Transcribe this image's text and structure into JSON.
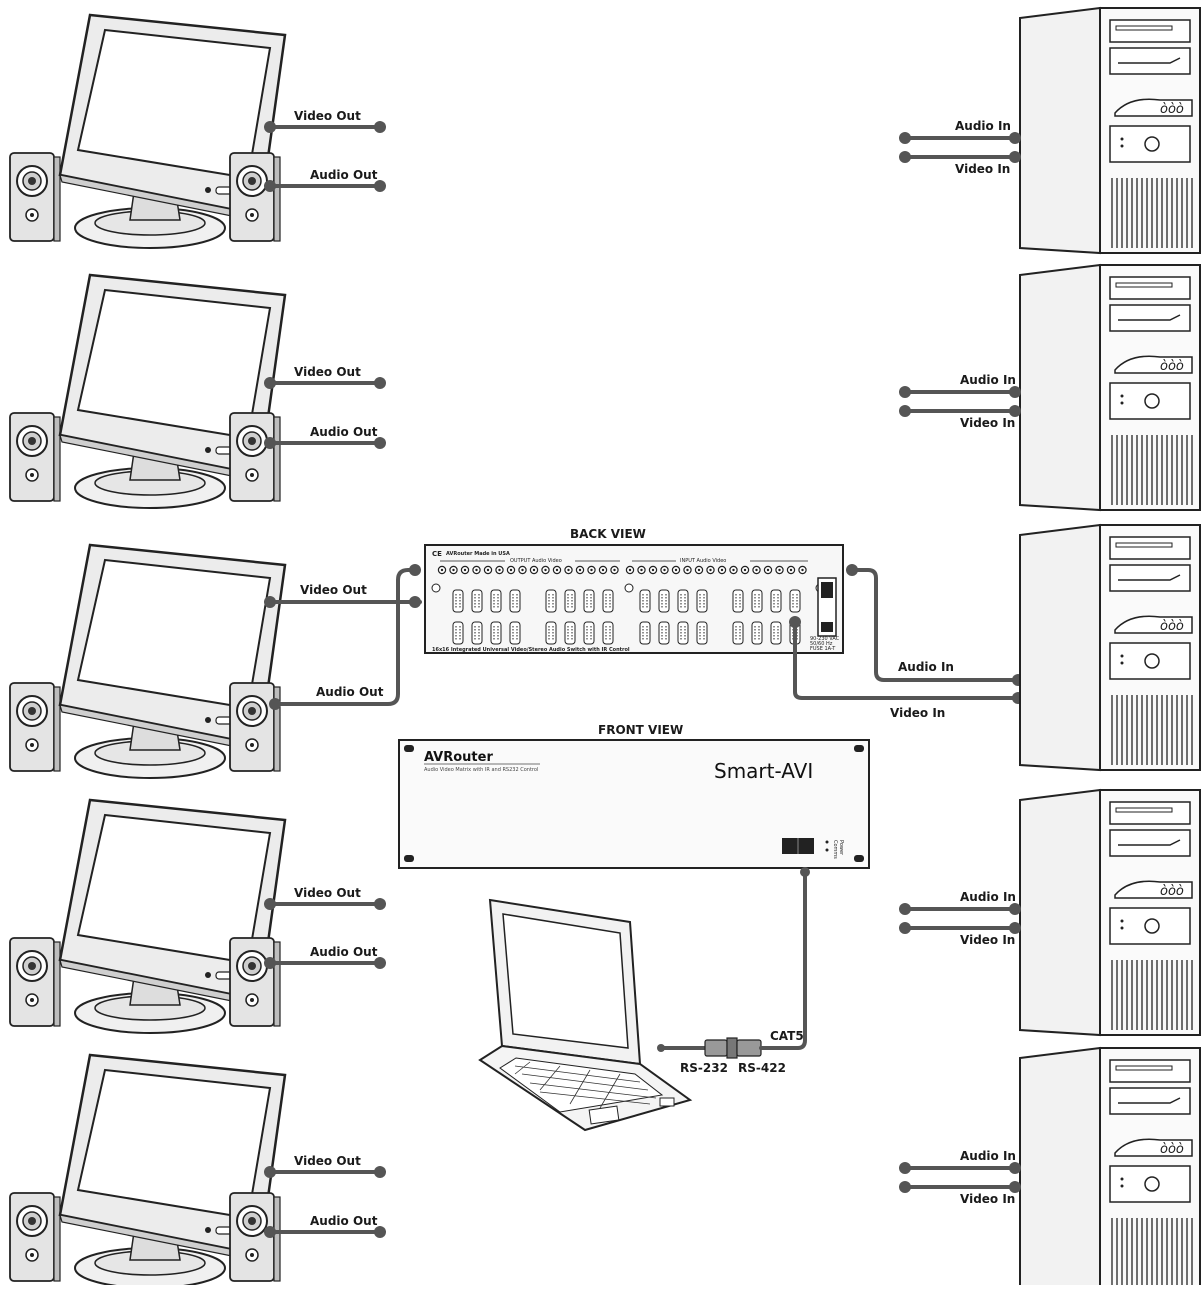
{
  "diagram": {
    "back_view_title": "BACK VIEW",
    "front_view_title": "FRONT VIEW",
    "back_panel": {
      "brand": "AVRouter Made in USA",
      "output_label": "OUTPUT Audio Video",
      "input_label": "INPUT Audio Video",
      "caption": "16x16 Integrated Universal Video/Stereo Audio Switch with IR Control",
      "power_text_1": "90-230 VAC",
      "power_text_2": "50/60 Hz",
      "power_text_3": "FUSE 1A-T"
    },
    "front_panel": {
      "product_name": "AVRouter",
      "product_subtitle": "Audio Video Matrix with IR and RS232 Control",
      "brand_logo": "Smart-AVI",
      "led_comm": "Comms",
      "led_power": "Power"
    },
    "left_labels": {
      "video_out": "Video Out",
      "audio_out": "Audio Out"
    },
    "right_labels": {
      "audio_in": "Audio In",
      "video_in": "Video In"
    },
    "serial_labels": {
      "rs232": "RS-232",
      "rs422": "RS-422",
      "cat5": "CAT5"
    }
  }
}
